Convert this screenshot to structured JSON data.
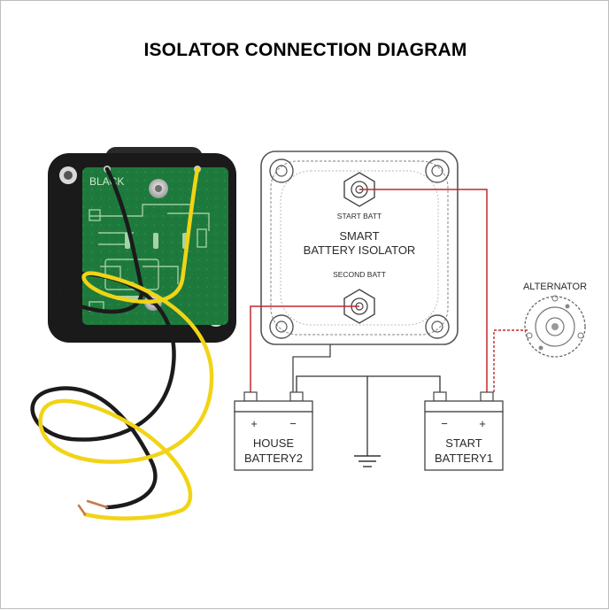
{
  "title": "ISOLATOR CONNECTION DIAGRAM",
  "device_silkscreen": "BLACK",
  "isolator": {
    "terminal_top_label": "START BATT",
    "name_line1": "SMART",
    "name_line2": "BATTERY ISOLATOR",
    "terminal_bottom_label": "SECOND BATT"
  },
  "alternator_label": "ALTERNATOR",
  "house_battery": {
    "plus": "+",
    "minus": "−",
    "line1": "HOUSE",
    "line2": "BATTERY2"
  },
  "start_battery": {
    "minus": "−",
    "plus": "+",
    "line1": "START",
    "line2": "BATTERY1"
  },
  "colors": {
    "positive_wire": "#c0282d",
    "ground_wire": "#222222",
    "pcb_green": "#1e7a3c",
    "housing_black": "#1a1a1a",
    "yellow_wire": "#f1d416"
  }
}
